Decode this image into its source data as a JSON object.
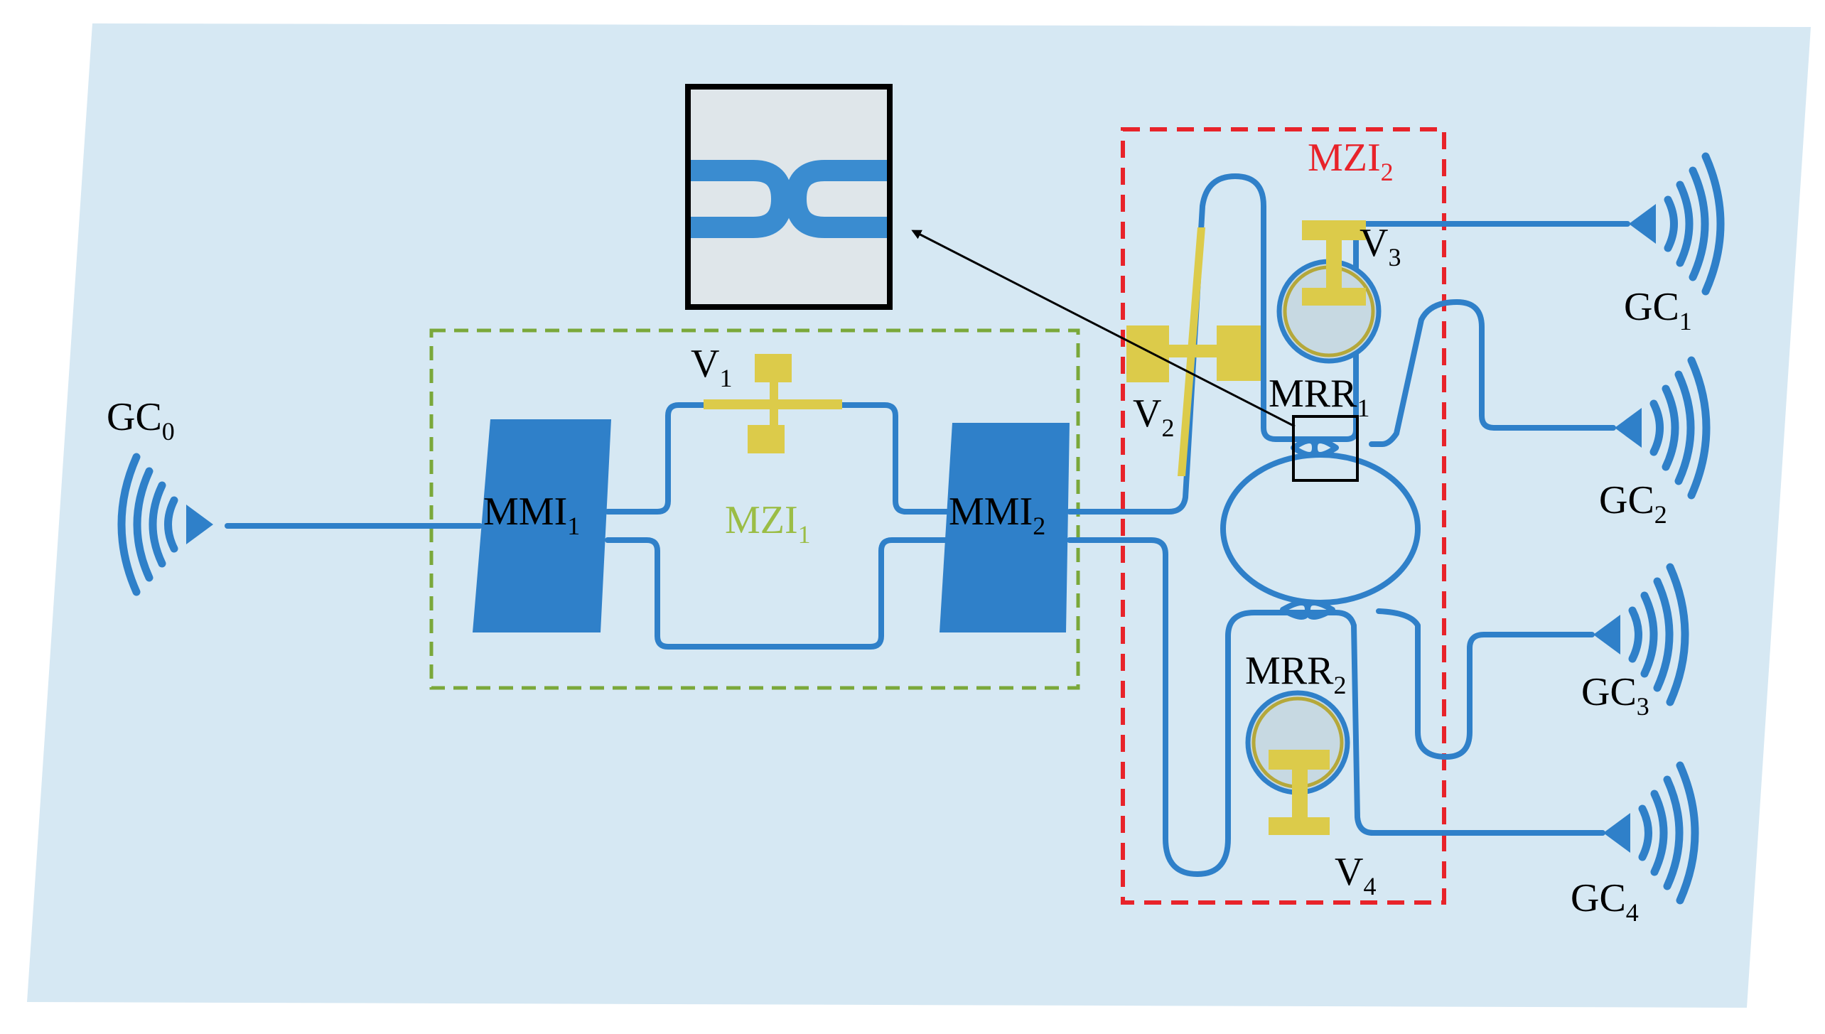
{
  "colors": {
    "substrate": "#d6e8f3",
    "waveguide": "#2f80c9",
    "mmi": "#2f80c9",
    "electrode": "#dccb4a",
    "mzi1_box": "#7aa83a",
    "mzi2_box": "#e8232a",
    "label": "#000000"
  },
  "labels": {
    "gc0": {
      "base": "GC",
      "sub": "0"
    },
    "gc1": {
      "base": "GC",
      "sub": "1"
    },
    "gc2": {
      "base": "GC",
      "sub": "2"
    },
    "gc3": {
      "base": "GC",
      "sub": "3"
    },
    "gc4": {
      "base": "GC",
      "sub": "4"
    },
    "mmi1": {
      "base": "MMI",
      "sub": "1"
    },
    "mmi2": {
      "base": "MMI",
      "sub": "2"
    },
    "mzi1": {
      "base": "MZI",
      "sub": "1"
    },
    "mzi2": {
      "base": "MZI",
      "sub": "2"
    },
    "mrr1": {
      "base": "MRR",
      "sub": "1"
    },
    "mrr2": {
      "base": "MRR",
      "sub": "2"
    },
    "v1": {
      "base": "V",
      "sub": "1"
    },
    "v2": {
      "base": "V",
      "sub": "2"
    },
    "v3": {
      "base": "V",
      "sub": "3"
    },
    "v4": {
      "base": "V",
      "sub": "4"
    }
  }
}
